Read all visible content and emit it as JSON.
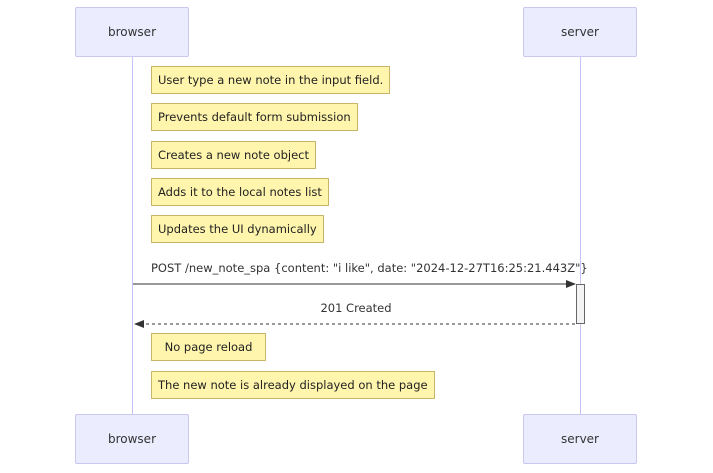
{
  "actors": {
    "browser": "browser",
    "server": "server"
  },
  "notes": {
    "n1": "User type a new note in the input field.",
    "n2": "Prevents default form submission",
    "n3": "Creates a new note object",
    "n4": "Adds it to the local notes list",
    "n5": "Updates the UI dynamically",
    "n6": "No page reload",
    "n7": "The new note is already displayed on the page"
  },
  "messages": {
    "request": "POST /new_note_spa {content: \"i like\", date: \"2024-12-27T16:25:21.443Z\"}",
    "response": "201 Created"
  },
  "colors": {
    "actor_fill": "#ececff",
    "actor_border": "#c8c8f0",
    "note_fill": "#fff5ad",
    "note_border": "#c7b66a",
    "lifeline": "#c3c3f5",
    "arrow": "#333333"
  }
}
